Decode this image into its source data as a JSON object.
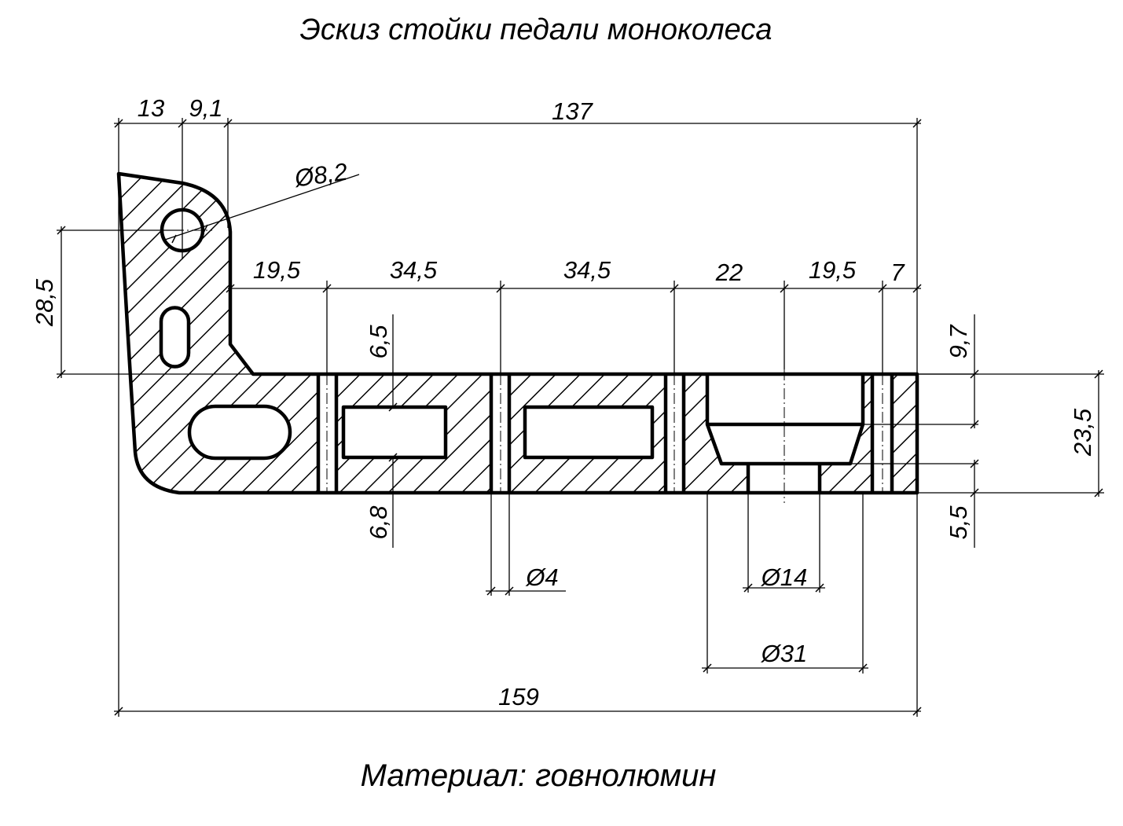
{
  "title": "Эскиз стойки педали моноколеса",
  "material": "Материал: говнолюмин",
  "colors": {
    "line": "#000000",
    "background": "#ffffff"
  },
  "dimensions": {
    "top_13": "13",
    "top_9_1": "9,1",
    "top_137": "137",
    "hole_dia": "Ø8,2",
    "left_28_5": "28,5",
    "row": [
      "19,5",
      "34,5",
      "34,5",
      "22",
      "19,5",
      "7"
    ],
    "slot_6_5": "6,5",
    "slot_6_8": "6,8",
    "hole_4": "Ø4",
    "hole_14": "Ø14",
    "hole_31": "Ø31",
    "overall_159": "159",
    "right_9_7": "9,7",
    "right_5_5": "5,5",
    "right_23_5": "23,5"
  }
}
